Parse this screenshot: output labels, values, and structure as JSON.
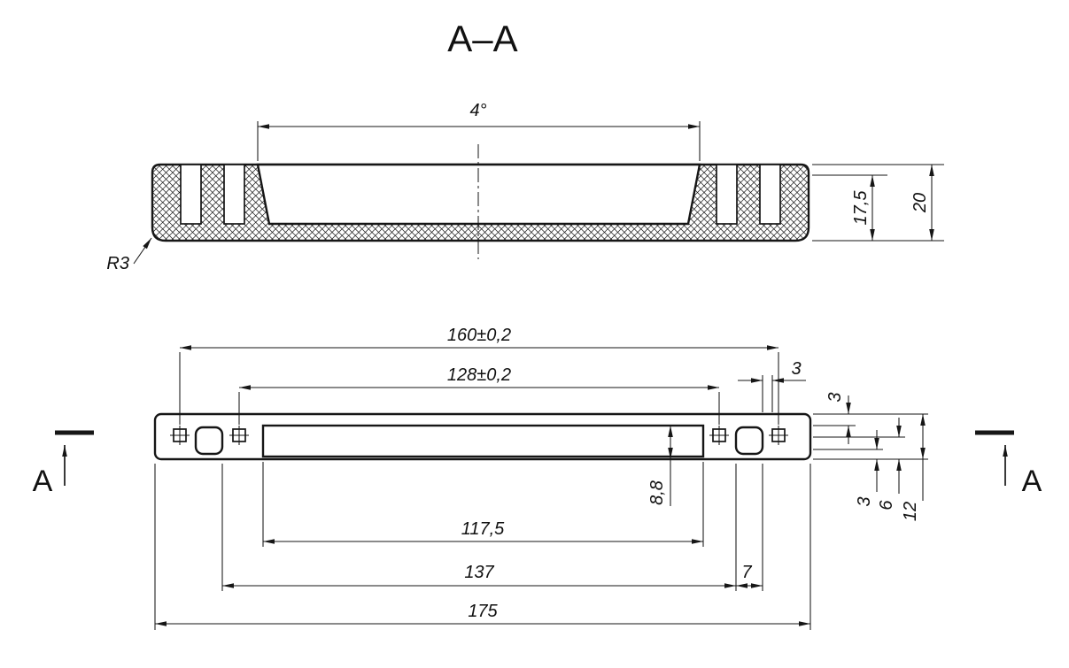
{
  "title": {
    "section_label": "A–A"
  },
  "section_view": {
    "angle": "4°",
    "inner_height": "17,5",
    "total_height": "20",
    "corner_radius": "R3"
  },
  "plan_view": {
    "hole_spacing_outer": "160±0,2",
    "hole_spacing_inner": "128±0,2",
    "gap_top_right": "3",
    "edge_offset_right": "3",
    "slot_depth": "8,8",
    "slot_length": "117,5",
    "hole_span": "137",
    "hole_width": "7",
    "overall_length": "175",
    "offset_3": "3",
    "offset_6": "6",
    "height_12": "12"
  },
  "markers": {
    "left": "A",
    "right": "A"
  }
}
